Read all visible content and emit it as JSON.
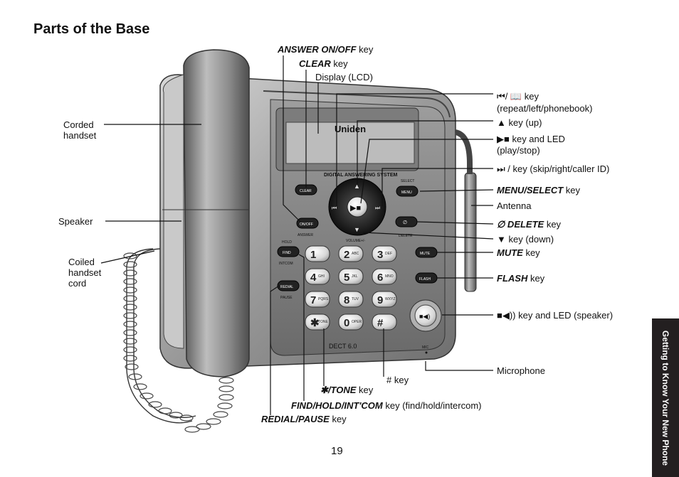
{
  "page": {
    "title": "Parts of the Base",
    "page_number": "19",
    "side_tab": "Getting to Know Your New Phone"
  },
  "callouts": {
    "answer_key": {
      "bold": "ANSWER ON/OFF",
      "rest": " key"
    },
    "clear_key": {
      "bold": "CLEAR",
      "rest": " key"
    },
    "display": "Display (LCD)",
    "corded_handset_1": "Corded",
    "corded_handset_2": "handset",
    "speaker": "Speaker",
    "coiled_cord_1": "Coiled",
    "coiled_cord_2": "handset",
    "coiled_cord_3": "cord",
    "repeat_key_1": "⏮/ 📖 key",
    "repeat_key_2": "(repeat/left/phonebook)",
    "up_key": "▲ key (up)",
    "play_key_1": "▶■  key and LED",
    "play_key_2": "(play/stop)",
    "skip_key": "⏭ /  key (skip/right/caller ID)",
    "menu_key": {
      "bold": "MENU/SELECT",
      "rest": " key"
    },
    "antenna": "Antenna",
    "delete_key": {
      "bold": "∅ DELETE",
      "rest": " key"
    },
    "down_key": "▼ key (down)",
    "mute_key": {
      "bold": "MUTE",
      "rest": " key"
    },
    "flash_key": {
      "bold": "FLASH",
      "rest": " key"
    },
    "speaker_key": "■◀)) key and LED (speaker)",
    "microphone": "Microphone",
    "hash_key": "# key",
    "tone_key": {
      "bold": "✱/TONE",
      "rest": " key"
    },
    "find_key": {
      "bold": "FIND/HOLD/INT'COM",
      "rest": " key (find/hold/intercom)"
    },
    "redial_key": {
      "bold": "REDIAL/PAUSE",
      "rest": " key"
    }
  },
  "device": {
    "brand": "Uniden",
    "digital_label": "DIGITAL ANSWERING SYSTEM",
    "dect_label": "DECT 6.0",
    "mic_label": "MIC",
    "volume_label": "VOLUME+/-",
    "select_label": "SELECT",
    "hold_label": "HOLD",
    "intcom_label": "INTCOM",
    "pause_label": "PAUSE",
    "answer_label": "ANSWER",
    "delete_label": "DELETE",
    "keys": {
      "clear": "CLEAR",
      "menu": "MENU",
      "onoff": "ON/OFF",
      "find": "FIND",
      "redial": "REDIAL",
      "mute": "MUTE",
      "flash": "FLASH"
    },
    "keypad": [
      {
        "digit": "1",
        "letters": ""
      },
      {
        "digit": "2",
        "letters": "ABC"
      },
      {
        "digit": "3",
        "letters": "DEF"
      },
      {
        "digit": "4",
        "letters": "GHI"
      },
      {
        "digit": "5",
        "letters": "JKL"
      },
      {
        "digit": "6",
        "letters": "MNO"
      },
      {
        "digit": "7",
        "letters": "PQRS"
      },
      {
        "digit": "8",
        "letters": "TUV"
      },
      {
        "digit": "9",
        "letters": "WXYZ"
      },
      {
        "digit": "✱",
        "letters": "TONE"
      },
      {
        "digit": "0",
        "letters": "OPER"
      },
      {
        "digit": "#",
        "letters": ""
      }
    ]
  }
}
